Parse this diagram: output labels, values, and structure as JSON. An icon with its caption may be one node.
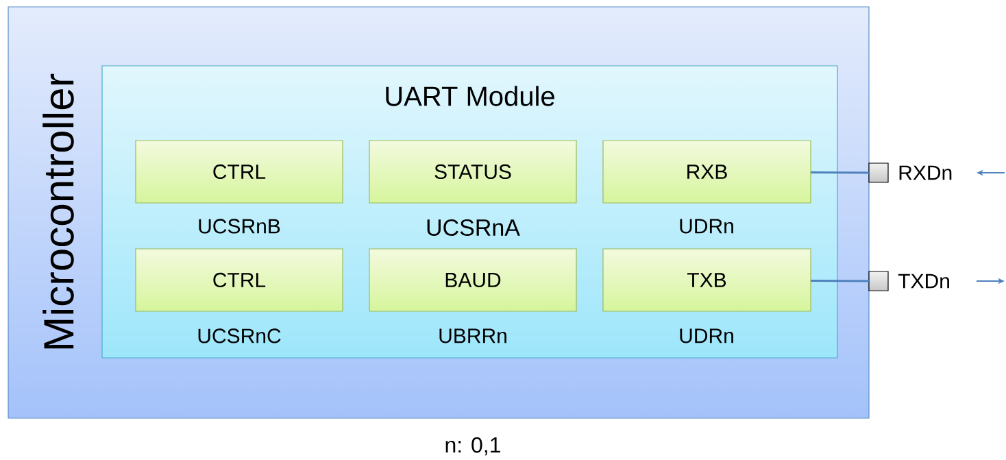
{
  "diagram": {
    "nodes": [
      {
        "text": [
          "Microcontroller"
        ]
      },
      {
        "text": [
          "UART Module"
        ],
        "in": 0
      },
      {
        "text": [
          "CTRL"
        ],
        "beside": [
          "UCSRnB"
        ],
        "in": 1
      },
      {
        "text": [
          "STATUS"
        ],
        "beside": [
          "UCSRnA"
        ],
        "in": 1
      },
      {
        "text": [
          "RXB"
        ],
        "beside": [
          "UDRn"
        ],
        "in": 1
      },
      {
        "text": [
          "CTRL"
        ],
        "beside": [
          "UCSRnC"
        ],
        "in": 1
      },
      {
        "text": [
          "BAUD"
        ],
        "beside": [
          "UBRRn"
        ],
        "in": 1
      },
      {
        "text": [
          "TXB"
        ],
        "beside": [
          "UDRn"
        ],
        "in": 1
      },
      {
        "text": [],
        "shape": "box",
        "beside": [
          "RXDn"
        ]
      },
      {
        "text": [],
        "shape": "box",
        "beside": [
          "TXDn"
        ]
      }
    ],
    "edges": [
      {
        "from": 4,
        "to": 8,
        "arrow": "none"
      },
      {
        "from": 7,
        "to": 9,
        "arrow": "none"
      }
    ],
    "labels": [
      "n: 0,1"
    ]
  }
}
